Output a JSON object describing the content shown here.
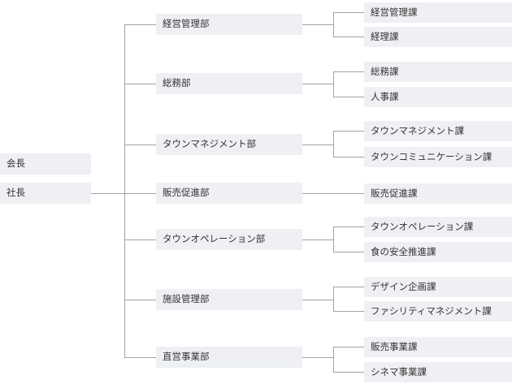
{
  "chairman": "会長",
  "president": "社長",
  "departments": [
    {
      "name": "経営管理部",
      "sections": [
        "経営管理課",
        "経理課"
      ]
    },
    {
      "name": "総務部",
      "sections": [
        "総務課",
        "人事課"
      ]
    },
    {
      "name": "タウンマネジメント部",
      "sections": [
        "タウンマネジメント課",
        "タウンコミュニケーション課"
      ]
    },
    {
      "name": "販売促進部",
      "sections": [
        "販売促進課"
      ]
    },
    {
      "name": "タウンオペレーション部",
      "sections": [
        "タウンオペレーション課",
        "食の安全推進課"
      ]
    },
    {
      "name": "施設管理部",
      "sections": [
        "デザイン企画課",
        "ファシリティマネジメント課"
      ]
    },
    {
      "name": "直営事業部",
      "sections": [
        "販売事業課",
        "シネマ事業課"
      ]
    }
  ],
  "colors": {
    "box": "#eef0f3",
    "line": "#9fa3a8",
    "text": "#333333"
  }
}
